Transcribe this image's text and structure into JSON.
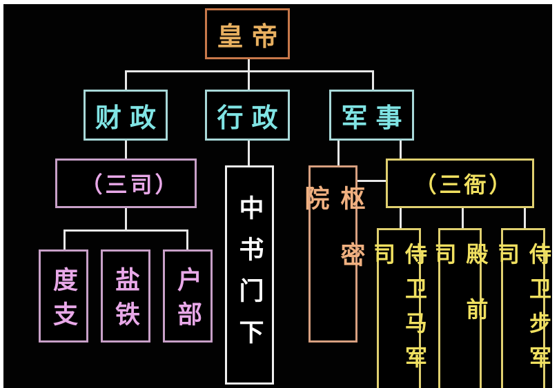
{
  "root": {
    "label": "皇帝",
    "color": "#c8784a",
    "text_color": "#e8b060"
  },
  "branches": [
    {
      "label": "财政",
      "color": "#a8d8d8",
      "text_color": "#80e4e4"
    },
    {
      "label": "行政",
      "color": "#a8d8d8",
      "text_color": "#80e4e4"
    },
    {
      "label": "军事",
      "color": "#a8d8d8",
      "text_color": "#80e4e4"
    }
  ],
  "finance": {
    "group": {
      "label": "（三司）",
      "color": "#c8a0c8",
      "text_color": "#e8a8e8"
    },
    "children": [
      {
        "label": "度支"
      },
      {
        "label": "盐铁"
      },
      {
        "label": "户部"
      }
    ]
  },
  "admin": {
    "label": "中书门下",
    "color": "#f0f0f0",
    "text_color": "#ffffff"
  },
  "military": {
    "privy": {
      "label": "枢密院",
      "color": "#d8a080",
      "text_color": "#f0b080"
    },
    "group": {
      "label": "（三衙）",
      "color": "#e0d070",
      "text_color": "#f0e060"
    },
    "children": [
      {
        "label": "侍卫马军司"
      },
      {
        "label": "殿前司"
      },
      {
        "label": "侍卫步军司"
      }
    ]
  }
}
